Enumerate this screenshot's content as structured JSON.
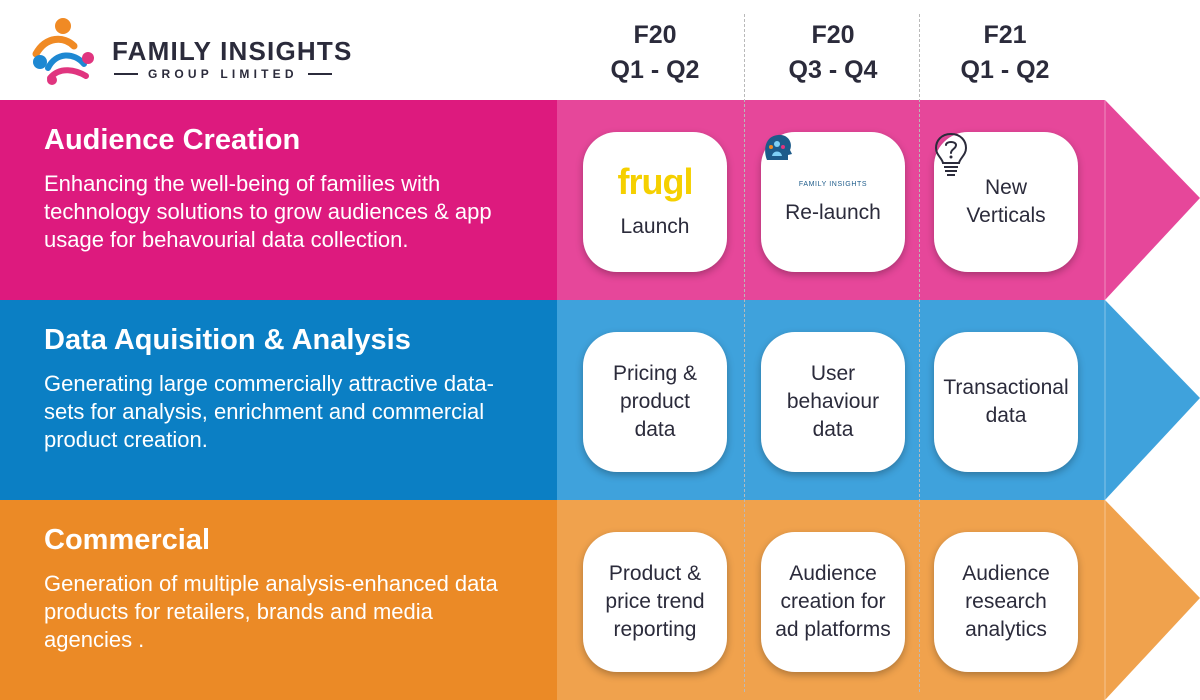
{
  "brand": {
    "name": "FAMILY INSIGHTS",
    "sub": "GROUP LIMITED"
  },
  "columns": [
    {
      "year": "F20",
      "quarters": "Q1 - Q2"
    },
    {
      "year": "F20",
      "quarters": "Q3 - Q4"
    },
    {
      "year": "F21",
      "quarters": "Q1 - Q2"
    }
  ],
  "rows": [
    {
      "title": "Audience Creation",
      "description": "Enhancing the well-being of families with technology solutions to grow audiences & app usage for behavourial data collection.",
      "color_dark": "#dd1a7e",
      "color_light": "#e6479a",
      "cards": [
        {
          "logo_text": "frugl",
          "label": "Launch"
        },
        {
          "logo_text": "FAMILY INSIGHTS",
          "label": "Re-launch"
        },
        {
          "icon": "lightbulb-question-icon",
          "label": "New Verticals"
        }
      ]
    },
    {
      "title": "Data Aquisition & Analysis",
      "description": "Generating large commercially attractive data-sets for analysis, enrichment and commercial product creation.",
      "color_dark": "#0b7fc4",
      "color_light": "#3fa2dc",
      "cards": [
        {
          "label": "Pricing & product data"
        },
        {
          "label": "User behaviour data"
        },
        {
          "label": "Transactional data"
        }
      ]
    },
    {
      "title": "Commercial",
      "description": "Generation of multiple analysis-enhanced data products for retailers, brands and media agencies .",
      "color_dark": "#eb8a26",
      "color_light": "#f0a24d",
      "cards": [
        {
          "label": "Product & price trend reporting"
        },
        {
          "label": "Audience creation for ad platforms"
        },
        {
          "label": "Audience research analytics"
        }
      ]
    }
  ]
}
